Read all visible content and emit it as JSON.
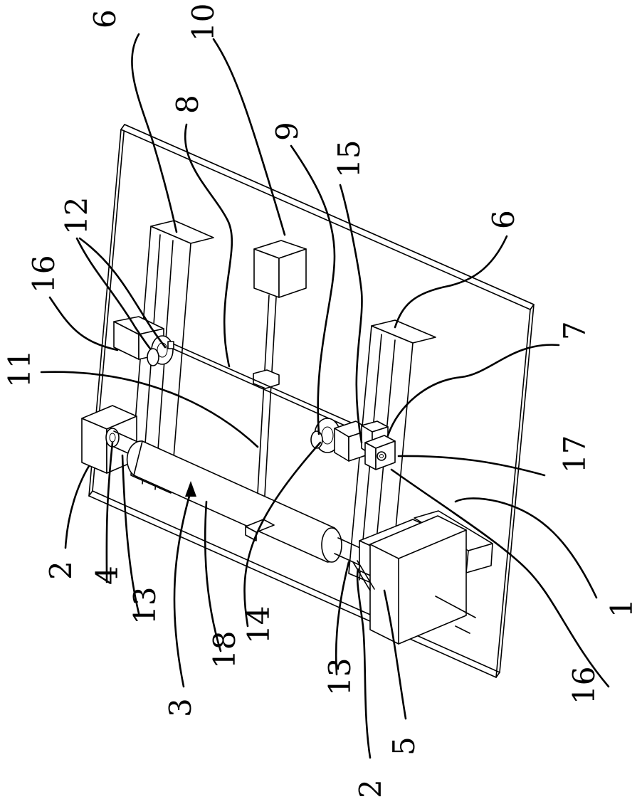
{
  "labels": {
    "base_plate": "1",
    "bearing_block_left": "2",
    "bearing_block_right": "2",
    "roller_assembly": "3",
    "shaft_collar": "4",
    "motor": "5",
    "guide_rail_top": "6",
    "guide_rail_bottom": "6",
    "slider": "7",
    "cross_rod": "8",
    "connector": "9",
    "actuator_box": "10",
    "push_rod": "11",
    "clamp_top": "12",
    "shaft_left": "13",
    "shaft_right": "13",
    "clamp_bottom": "14",
    "pin": "15",
    "mount_top": "16",
    "mount_bottom": "16",
    "bolt": "17",
    "roller": "18"
  }
}
